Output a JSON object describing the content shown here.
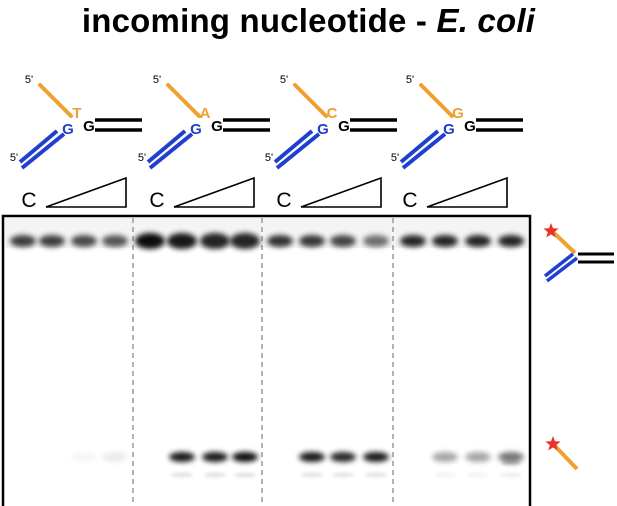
{
  "title": {
    "main": "incoming nucleotide - ",
    "organism": "E. coli"
  },
  "diagram": {
    "panels": [
      {
        "incoming_base": "T",
        "template_base": "G",
        "primer_end": "G",
        "control_label": "C"
      },
      {
        "incoming_base": "A",
        "template_base": "G",
        "primer_end": "G",
        "control_label": "C"
      },
      {
        "incoming_base": "C",
        "template_base": "G",
        "primer_end": "G",
        "control_label": "C"
      },
      {
        "incoming_base": "G",
        "template_base": "G",
        "primer_end": "G",
        "control_label": "C"
      }
    ],
    "strand_label_top": "5'",
    "strand_label_bottom": "5'"
  },
  "colors": {
    "incoming_strand": "#f0a030",
    "template_strand": "#1f3fd0",
    "duplex": "#000000",
    "star": "#e8322a",
    "gel_background": "#ffffff",
    "lane_divider": "#aaaaaa"
  },
  "gel": {
    "lanes_per_panel": 4,
    "upper_band_intensity": [
      [
        0.75,
        0.75,
        0.7,
        0.65
      ],
      [
        0.95,
        0.9,
        0.85,
        0.85
      ],
      [
        0.8,
        0.78,
        0.72,
        0.55
      ],
      [
        0.85,
        0.85,
        0.85,
        0.85
      ]
    ],
    "lower_band_intensity": [
      [
        0.0,
        0.0,
        0.03,
        0.08
      ],
      [
        0.0,
        0.9,
        0.9,
        0.95
      ],
      [
        0.0,
        0.9,
        0.85,
        0.9
      ],
      [
        0.0,
        0.35,
        0.35,
        0.55
      ]
    ]
  }
}
